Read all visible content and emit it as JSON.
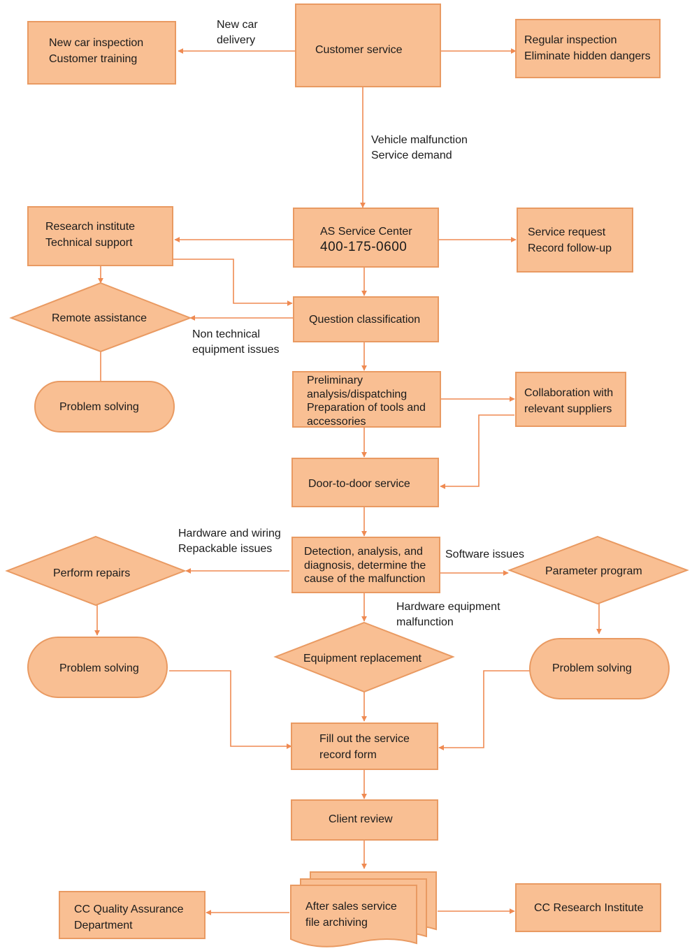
{
  "nodes": {
    "customer_service": "Customer service",
    "new_car_inspection": [
      "New car inspection",
      "Customer training"
    ],
    "regular_inspection": [
      "Regular inspection",
      "Eliminate hidden dangers"
    ],
    "as_service_center": "AS Service Center",
    "as_service_phone": "400-175-0600",
    "research_institute": [
      "Research institute",
      "Technical support"
    ],
    "service_request": [
      "Service request",
      "Record follow-up"
    ],
    "remote_assistance": "Remote assistance",
    "question_classification": "Question classification",
    "problem_solving_1": "Problem solving",
    "preliminary_analysis": [
      "Preliminary",
      "analysis/dispatching",
      "Preparation of tools and",
      "accessories"
    ],
    "collaboration": [
      "Collaboration with",
      "relevant suppliers"
    ],
    "door_to_door": "Door-to-door service",
    "detection": [
      "Detection, analysis, and",
      "diagnosis, determine the",
      "cause of the malfunction"
    ],
    "perform_repairs": "Perform repairs",
    "parameter_program": "Parameter program",
    "equipment_replacement": "Equipment replacement",
    "problem_solving_2": "Problem solving",
    "problem_solving_3": "Problem solving",
    "fill_out_form": [
      "Fill out the service",
      "record form"
    ],
    "client_review": "Client review",
    "file_archiving": [
      "After sales service",
      "file archiving"
    ],
    "cc_quality": [
      "CC Quality Assurance",
      "Department"
    ],
    "cc_research": "CC Research Institute"
  },
  "edge_labels": {
    "new_car_delivery": [
      "New car",
      "delivery"
    ],
    "vehicle_malfunction": [
      "Vehicle malfunction",
      "Service demand"
    ],
    "non_technical": [
      "Non technical",
      "equipment issues"
    ],
    "hardware_wiring": [
      "Hardware and wiring",
      "Repackable issues"
    ],
    "software_issues": "Software issues",
    "hardware_equipment": [
      "Hardware equipment",
      "malfunction"
    ]
  },
  "colors": {
    "box_fill": "#f9bf93",
    "box_stroke": "#e99a62",
    "connector": "#ef8a52"
  }
}
